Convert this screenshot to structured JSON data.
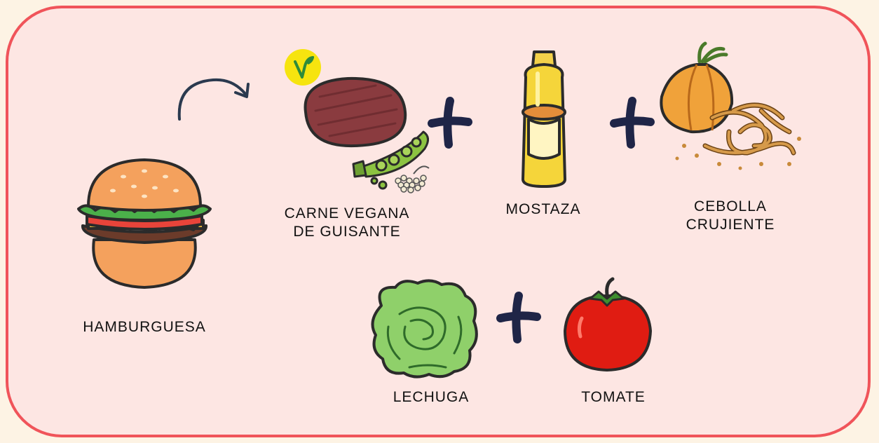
{
  "colors": {
    "background": "#fdf3e4",
    "card_fill": "#fde6e3",
    "card_border": "#f0545a",
    "plus": "#1f2547",
    "arrow": "#2b3a4f",
    "vegan_badge": "#f6e40f"
  },
  "items": {
    "burger": {
      "label": "HAMBURGUESA",
      "icon": "burger-icon"
    },
    "patty": {
      "label": "CARNE VEGANA\nDE GUISANTE",
      "icon": "vegan-patty-icon",
      "badge_icon": "vegan-leaf-icon"
    },
    "mustard": {
      "label": "MOSTAZA",
      "icon": "mustard-bottle-icon"
    },
    "onion": {
      "label": "CEBOLLA\nCRUJIENTE",
      "icon": "crispy-onion-icon"
    },
    "lettuce": {
      "label": "LECHUGA",
      "icon": "lettuce-icon"
    },
    "tomato": {
      "label": "TOMATE",
      "icon": "tomato-icon"
    }
  },
  "connectors": {
    "arrow_icon": "curved-arrow-icon",
    "plus_icon": "plus-icon"
  }
}
